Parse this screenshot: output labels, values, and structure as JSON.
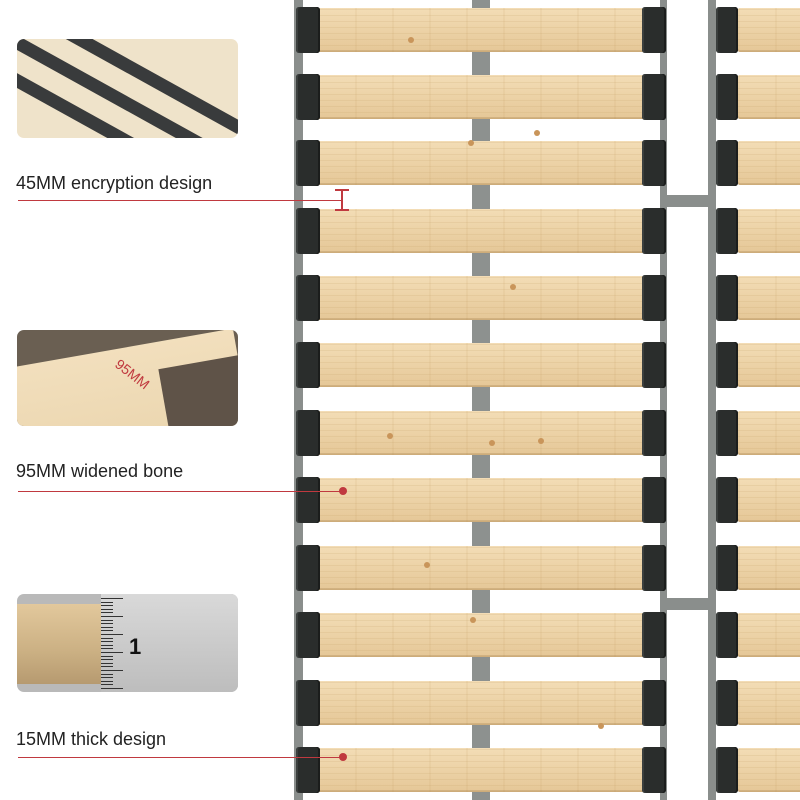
{
  "callouts": [
    {
      "id": "encryption",
      "label": "45MM encryption design"
    },
    {
      "id": "widened",
      "label": "95MM widened bone"
    },
    {
      "id": "thick",
      "label": "15MM thick design"
    }
  ],
  "insets": {
    "width_photo": {
      "measure_text": "95MM"
    },
    "thickness_photo": {
      "ruler_number": "1"
    }
  },
  "colors": {
    "accent": "#c0393f",
    "frame": "#8a8e8c",
    "slat_wood": "#ecd2a6",
    "end_cap": "#2a2d2c"
  }
}
